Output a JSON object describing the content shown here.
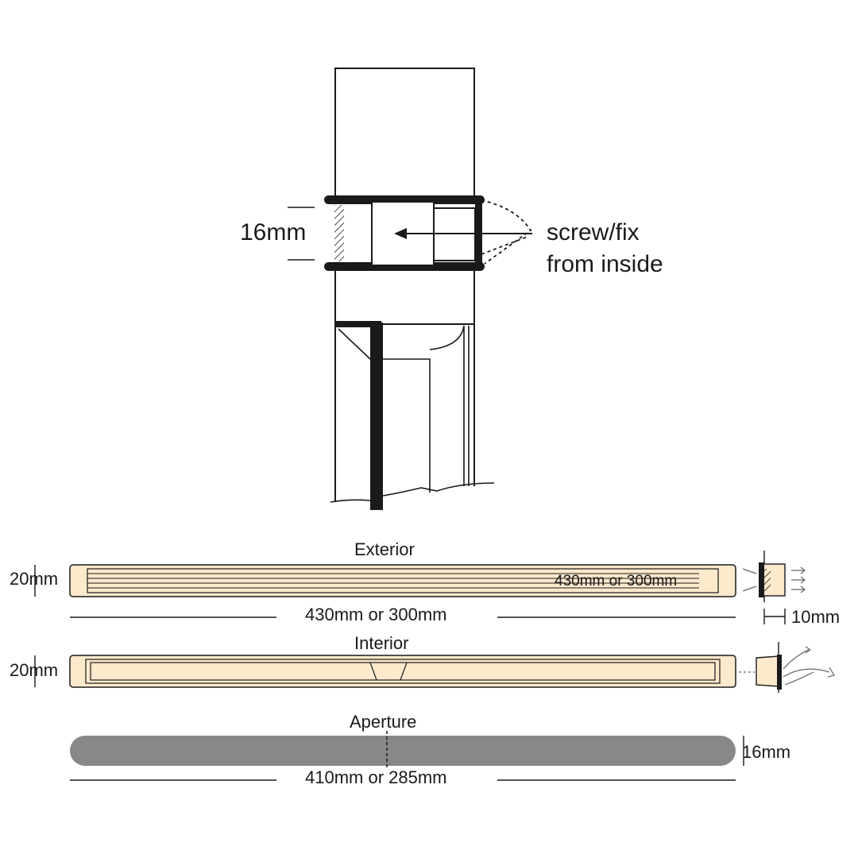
{
  "window_detail": {
    "gap_label": "16mm",
    "screw_label_line1": "screw/fix",
    "screw_label_line2": "from inside"
  },
  "exterior": {
    "title": "Exterior",
    "height_label": "20mm",
    "inner_label": "430mm or 300mm",
    "length_label": "430mm or 300mm",
    "depth_label": "10mm"
  },
  "interior": {
    "title": "Interior",
    "height_label": "20mm"
  },
  "aperture": {
    "title": "Aperture",
    "height_label": "16mm",
    "length_label": "410mm or 285mm"
  },
  "colors": {
    "vent_fill": "#fde9cc",
    "aperture_fill": "#888888",
    "line": "#1a1a1a"
  }
}
